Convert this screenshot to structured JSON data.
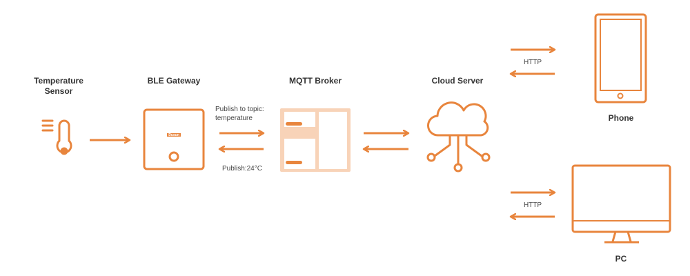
{
  "nodes": {
    "sensor": {
      "line1": "Temperature",
      "line2": "Sensor"
    },
    "gateway": {
      "label": "BLE Gateway",
      "logo": "Dusun"
    },
    "broker": {
      "label": "MQTT Broker"
    },
    "cloud": {
      "label": "Cloud Server"
    },
    "phone": {
      "label": "Phone"
    },
    "pc": {
      "label": "PC"
    }
  },
  "edges": {
    "publish_topic_line1": "Publish to topic:",
    "publish_topic_line2": "temperature",
    "publish_value": "Publish:24°C",
    "http_phone": "HTTP",
    "http_pc": "HTTP"
  },
  "colors": {
    "accent": "#E8853D",
    "light": "#F8D3B8"
  }
}
